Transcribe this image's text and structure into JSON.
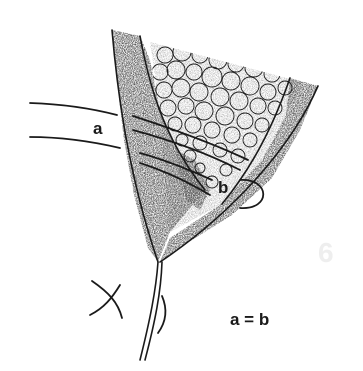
{
  "labels": {
    "a": "a",
    "b": "b",
    "equation": "a = b"
  },
  "watermark": {
    "digit": "6"
  },
  "colors": {
    "ink": "#1a1a1a",
    "stipple": "#2b2b2b",
    "paper": "#ffffff"
  }
}
